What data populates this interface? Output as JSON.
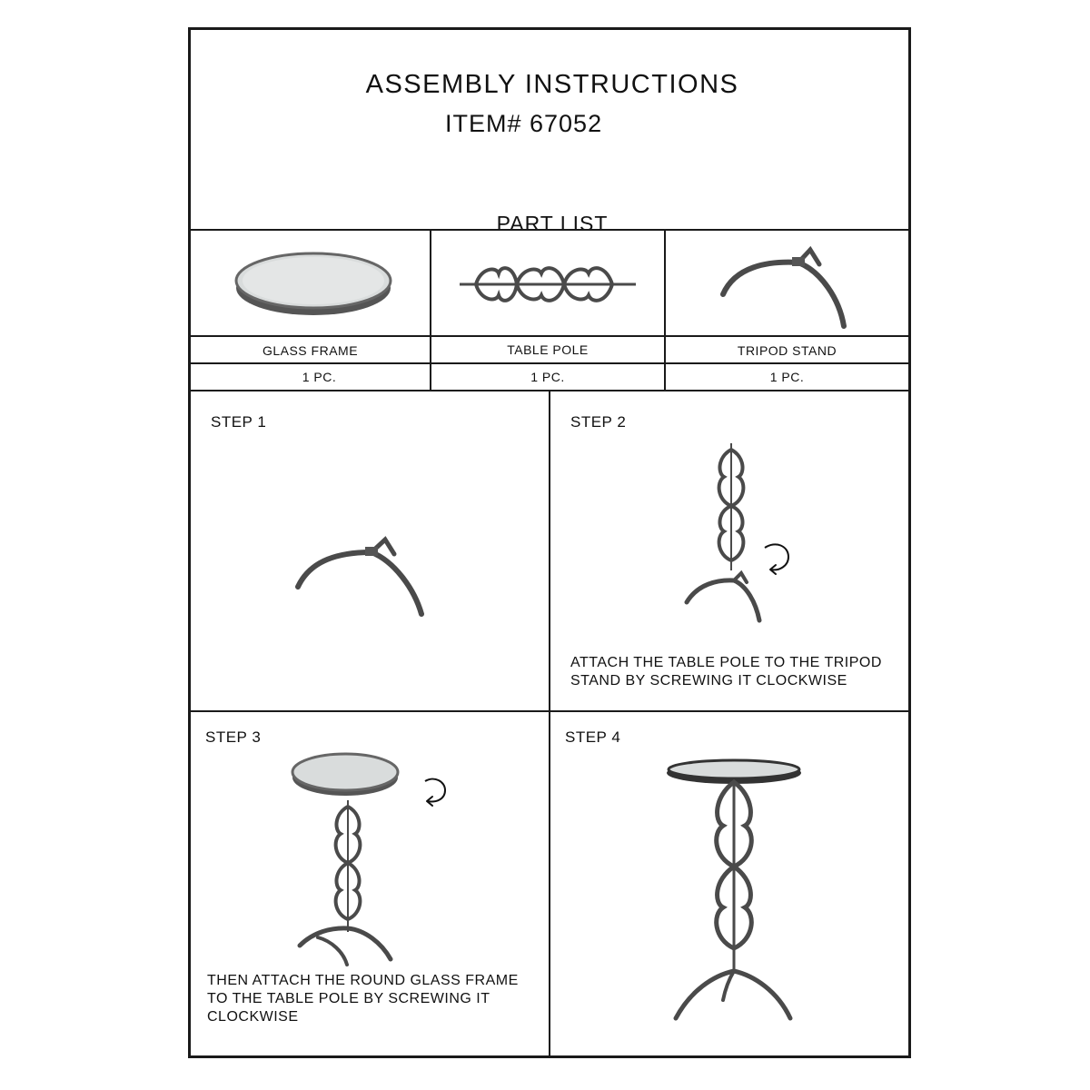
{
  "header": {
    "title": "ASSEMBLY INSTRUCTIONS",
    "item": "ITEM# 67052",
    "part_list_heading": "PART LIST"
  },
  "parts": [
    {
      "name": "GLASS  FRAME",
      "qty": "1  PC."
    },
    {
      "name": "TABLE POLE",
      "qty": "1  PC."
    },
    {
      "name": "TRIPOD STAND",
      "qty": "1  PC."
    }
  ],
  "steps": [
    {
      "title": "STEP 1",
      "text": ""
    },
    {
      "title": "STEP 2",
      "text": "ATTACH THE TABLE POLE TO THE TRIPOD\nSTAND BY SCREWING IT CLOCKWISE"
    },
    {
      "title": "STEP 3",
      "text": "THEN ATTACH THE ROUND GLASS FRAME\nTO THE TABLE POLE BY SCREWING IT\nCLOCKWISE"
    },
    {
      "title": "STEP 4",
      "text": ""
    }
  ],
  "colors": {
    "line": "#1a1a1a",
    "metal": "#4a4a4a",
    "glass": "#d9dcdc"
  }
}
